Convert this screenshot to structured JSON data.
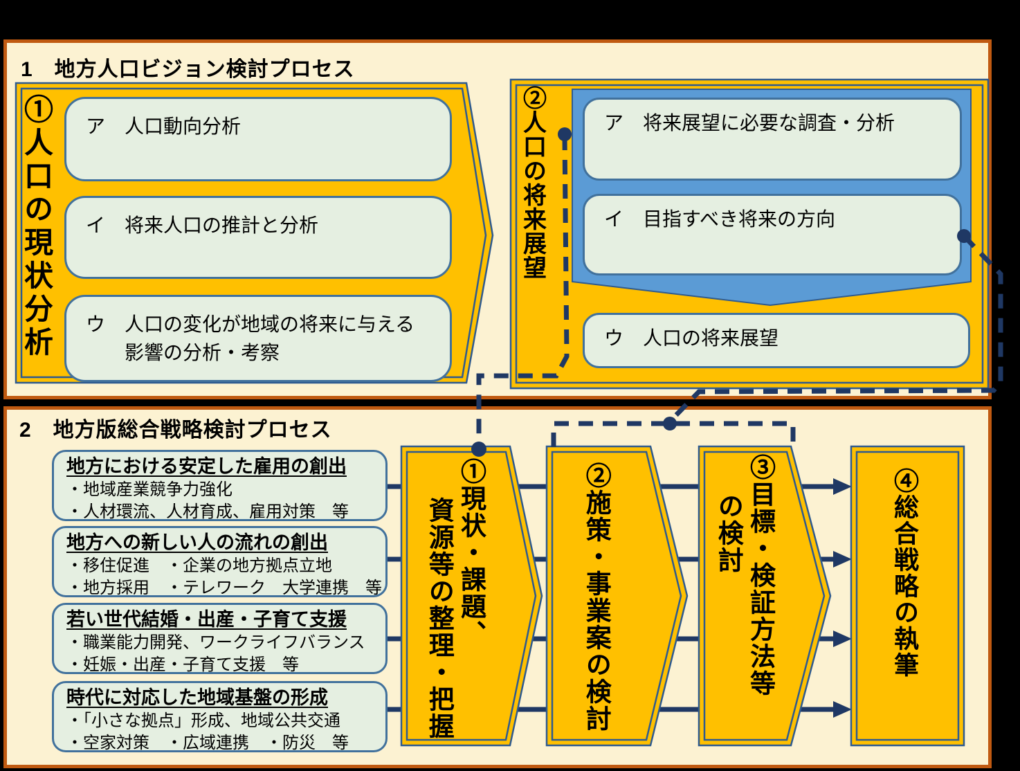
{
  "panel1": {
    "title": "1　地方人口ビジョン検討プロセス",
    "block1": {
      "label": "①人口の現状分析",
      "items": [
        {
          "lines": [
            "ア　人口動向分析",
            ""
          ]
        },
        {
          "lines": [
            "イ　将来人口の推計と分析",
            ""
          ]
        },
        {
          "lines": [
            "ウ　人口の変化が地域の将来に与える",
            "　　影響の分析・考察"
          ]
        }
      ]
    },
    "block2": {
      "label": "②人口の将来展望",
      "container_items": [
        {
          "lines": [
            "ア　将来展望に必要な調査・分析"
          ]
        },
        {
          "lines": [
            "イ　目指すべき将来の方向"
          ]
        }
      ],
      "bottom_item": {
        "lines": [
          "ウ　人口の将来展望"
        ]
      }
    }
  },
  "panel2": {
    "title": "2　地方版総合戦略検討プロセス",
    "categories": [
      {
        "title": "地方における安定した雇用の創出",
        "lines": [
          "・地域産業競争力強化",
          "・人材環流、人材育成、雇用対策　等"
        ]
      },
      {
        "title": "地方への新しい人の流れの創出",
        "lines": [
          "・移住促進　・企業の地方拠点立地",
          "・地方採用　・テレワーク　大学連携　等"
        ]
      },
      {
        "title": "若い世代結婚・出産・子育て支援",
        "lines": [
          "・職業能力開発、ワークライフバランス",
          "・妊娠・出産・子育て支援　等"
        ]
      },
      {
        "title": "時代に対応した地域基盤の形成",
        "lines": [
          "・「小さな拠点」形成、地域公共交通",
          "・空家対策　・広域連携　・防災　等"
        ]
      }
    ],
    "steps": [
      {
        "lines": [
          "①現状・課題、",
          "資源等の整理・把握"
        ]
      },
      {
        "lines": [
          "②施策・事業案の検討",
          ""
        ]
      },
      {
        "lines": [
          "③目標・検証方法等",
          "の検討"
        ]
      },
      {
        "lines": [
          "④総合戦略の執筆",
          ""
        ]
      }
    ]
  },
  "colors": {
    "background": "#000000",
    "panel_fill": "#FCF2D2",
    "panel_border": "#C05A11",
    "shape_fill": "#FFC000",
    "shape_border": "#2E5A8F",
    "green_fill": "#E5EFE1",
    "green_border": "#41719C",
    "blue_container_fill": "#5B9BD5",
    "connector_navy": "#1F3864"
  }
}
